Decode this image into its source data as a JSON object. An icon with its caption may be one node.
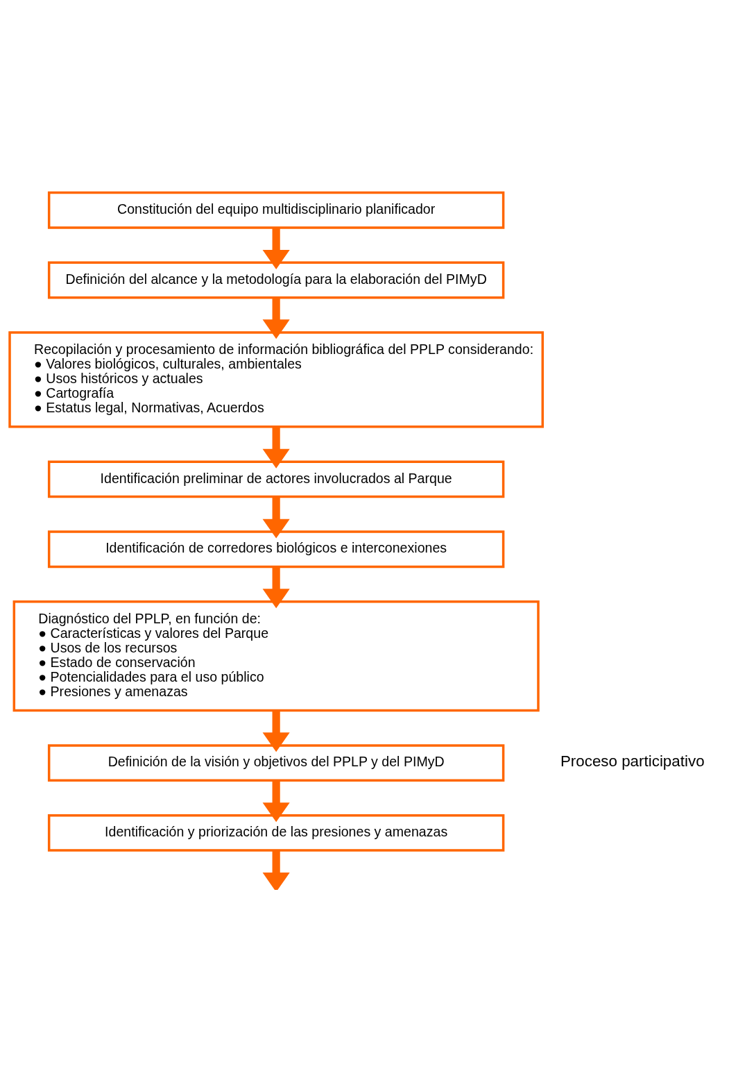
{
  "diagram": {
    "nodes": [
      {
        "text": [
          "Constitución del equipo multidisciplinario planificador"
        ]
      },
      {
        "text": [
          "Definición del alcance y la metodología para la elaboración del PIMyD"
        ]
      },
      {
        "text": [
          "Recopilación y procesamiento de información bibliográfica del PPLP considerando:",
          "● Valores biológicos, culturales, ambientales",
          "● Usos históricos y actuales",
          "● Cartografía",
          "● Estatus legal, Normativas, Acuerdos"
        ]
      },
      {
        "text": [
          "Identificación preliminar de actores involucrados al Parque"
        ]
      },
      {
        "text": [
          "Identificación de corredores biológicos e interconexiones"
        ]
      },
      {
        "text": [
          "Diagnóstico del PPLP, en función de:",
          "● Características y valores del Parque",
          "● Usos de los recursos",
          "● Estado de conservación",
          "● Potencialidades para el uso público",
          "● Presiones y amenazas"
        ]
      },
      {
        "text": [
          "Definición de la visión y objetivos del PPLP y del PIMyD"
        ]
      },
      {
        "text": [
          "Identificación y priorización de las presiones y amenazas"
        ]
      }
    ],
    "edges": [
      {
        "from": 0,
        "to": 1,
        "arrow": "to"
      },
      {
        "from": 1,
        "to": 2,
        "arrow": "to"
      },
      {
        "from": 2,
        "to": 3,
        "arrow": "to"
      },
      {
        "from": 3,
        "to": 4,
        "arrow": "to"
      },
      {
        "from": 4,
        "to": 5,
        "arrow": "to"
      },
      {
        "from": 5,
        "to": 6,
        "arrow": "to"
      },
      {
        "from": 6,
        "to": 7,
        "arrow": "to"
      },
      {
        "from": 7,
        "to": null,
        "arrow": "to"
      }
    ],
    "labels": [
      "Proceso participativo"
    ]
  }
}
